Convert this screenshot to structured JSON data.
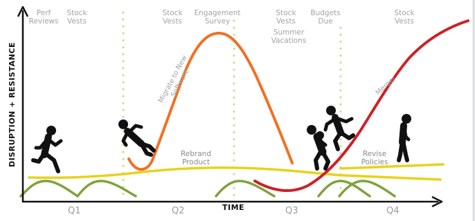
{
  "axes": {
    "y_title": "DISRUPTION + RESISTANCE",
    "x_title": "TIME"
  },
  "quarters": [
    "Q1",
    "Q2",
    "Q3",
    "Q4"
  ],
  "events": {
    "perf_reviews": [
      "Perf",
      "Reviews"
    ],
    "stock_vests_1": [
      "Stock",
      "Vests"
    ],
    "stock_vests_2": [
      "Stock",
      "Vests"
    ],
    "engagement_survey": [
      "Engagement",
      "Survey"
    ],
    "stock_vests_3": [
      "Stock",
      "Vests"
    ],
    "summer_vacations": [
      "Summer",
      "Vacations"
    ],
    "budgets_due": [
      "Budgets",
      "Due"
    ],
    "stock_vests_4": [
      "Stock",
      "Vests"
    ]
  },
  "curve_labels": {
    "migrate": [
      "Migrate to New",
      "Software"
    ],
    "merger": "Merger",
    "rebrand": [
      "Rebrand",
      "Product"
    ],
    "revise": [
      "Revise",
      "Policies"
    ]
  },
  "colors": {
    "orange": "#f36f21",
    "red": "#cc2127",
    "yellow": "#e8d21a",
    "green": "#7fa23b",
    "dots": "#c8dc8a",
    "axis": "#111111"
  }
}
